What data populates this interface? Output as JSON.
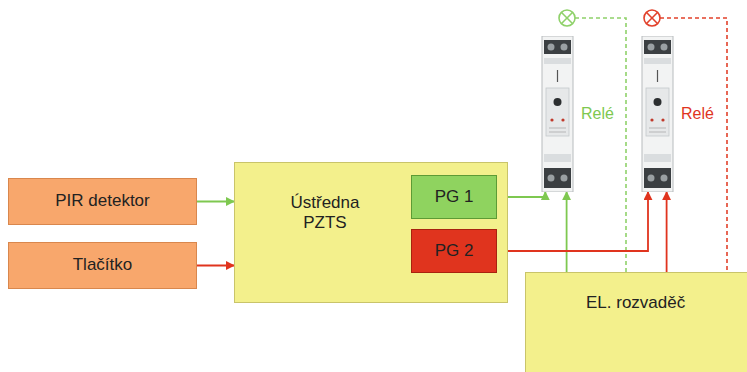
{
  "diagram": {
    "nodes": [
      {
        "text": [
          "PIR detektor"
        ]
      },
      {
        "text": [
          "Tlačítko"
        ]
      },
      {
        "text": [
          "Ústředna PZTS"
        ]
      },
      {
        "text": [
          "PG 1"
        ],
        "in": 2
      },
      {
        "text": [
          "PG 2"
        ],
        "in": 2
      },
      {
        "text": [
          "Relé"
        ]
      },
      {
        "text": [
          "Relé"
        ]
      },
      {
        "text": [
          "EL. rozvaděč"
        ]
      }
    ],
    "edges": [
      {
        "from": 0,
        "to": 2,
        "arrow": "to"
      },
      {
        "from": 1,
        "to": 2,
        "arrow": "to"
      },
      {
        "from": 3,
        "to": 5,
        "arrow": "to"
      },
      {
        "from": 7,
        "to": 5,
        "arrow": "to"
      },
      {
        "from": 4,
        "to": 6,
        "arrow": "to"
      },
      {
        "from": 7,
        "to": 6,
        "arrow": "to"
      }
    ]
  }
}
